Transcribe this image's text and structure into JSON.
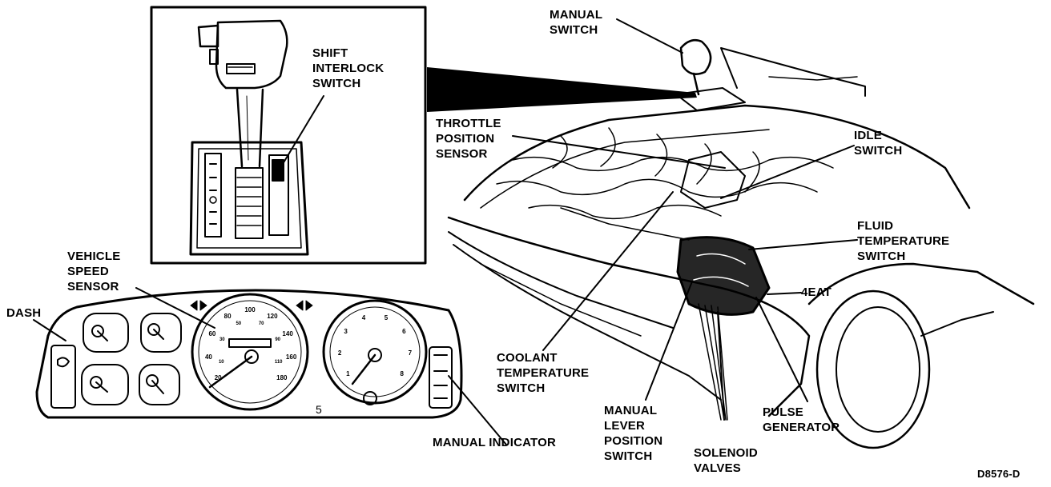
{
  "labels": {
    "manual_switch": [
      "MANUAL",
      "SWITCH"
    ],
    "shift_interlock_switch": [
      "SHIFT",
      "INTERLOCK",
      "SWITCH"
    ],
    "throttle_position_sensor": [
      "THROTTLE",
      "POSITION",
      "SENSOR"
    ],
    "idle_switch": [
      "IDLE",
      "SWITCH"
    ],
    "fluid_temperature_switch": [
      "FLUID",
      "TEMPERATURE",
      "SWITCH"
    ],
    "four_eat": "4EAT",
    "vehicle_speed_sensor": [
      "VEHICLE",
      "SPEED",
      "SENSOR"
    ],
    "dash": "DASH",
    "coolant_temperature_switch": [
      "COOLANT",
      "TEMPERATURE",
      "SWITCH"
    ],
    "manual_lever_position_switch": [
      "MANUAL",
      "LEVER",
      "POSITION",
      "SWITCH"
    ],
    "pulse_generator": [
      "PULSE",
      "GENERATOR"
    ],
    "solenoid_valves": [
      "SOLENOID",
      "VALVES"
    ],
    "manual_indicator": "MANUAL INDICATOR",
    "figure_code": "D8576-D"
  },
  "gauge_text": {
    "speedo_scale": [
      "20",
      "40",
      "60",
      "80",
      "100",
      "120",
      "140",
      "160",
      "180"
    ],
    "speedo_small": [
      "10",
      "30",
      "50",
      "70",
      "90",
      "110"
    ],
    "tach_scale": [
      "1",
      "2",
      "3",
      "4",
      "5",
      "6",
      "7",
      "8"
    ],
    "trip": "5"
  },
  "colors": {
    "ink": "#000000",
    "paper": "#ffffff"
  }
}
